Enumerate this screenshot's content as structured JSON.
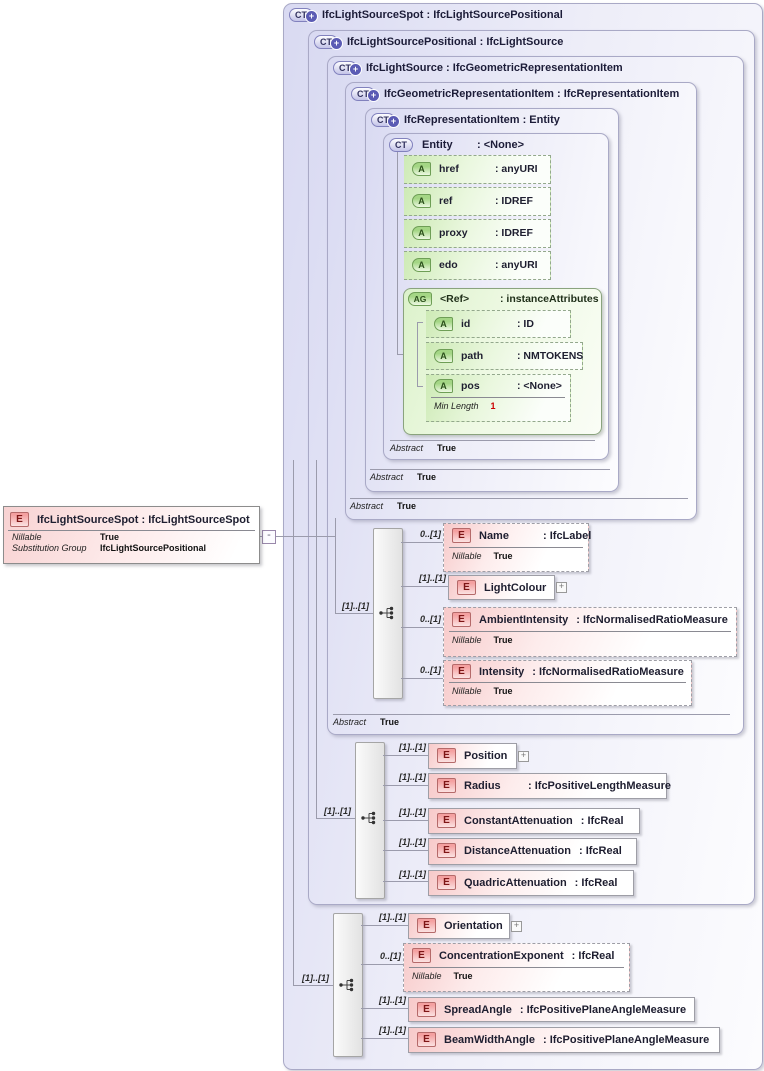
{
  "icons": {
    "complex_type": "CT",
    "plus": "+",
    "element": "E",
    "attribute": "A",
    "attribute_group": "AG",
    "expand": "+",
    "collapse": "-"
  },
  "colors": {
    "ct_fill": "#d9daf2",
    "element_fill": "#f7caca",
    "attribute_fill": "#cdeab5",
    "constraint_value": "#cc0000",
    "line": "#9b9bac"
  },
  "global_element": {
    "title": "IfcLightSourceSpot : IfcLightSourceSpot",
    "properties": [
      {
        "label": "Nillable",
        "value": "True"
      },
      {
        "label": "Substitution Group",
        "value": "IfcLightSourcePositional"
      }
    ]
  },
  "types": {
    "ct1": {
      "title": "IfcLightSourceSpot : IfcLightSourcePositional"
    },
    "ct2": {
      "title": "IfcLightSourcePositional : IfcLightSource"
    },
    "ct3": {
      "title": "IfcLightSource : IfcGeometricRepresentationItem",
      "abstract_label": "Abstract",
      "abstract_value": "True"
    },
    "ct4": {
      "title": "IfcGeometricRepresentationItem : IfcRepresentationItem",
      "abstract_label": "Abstract",
      "abstract_value": "True"
    },
    "ct5": {
      "title": "IfcRepresentationItem : Entity",
      "abstract_label": "Abstract",
      "abstract_value": "True"
    },
    "entity": {
      "name": "Entity",
      "type": ": <None>",
      "abstract_label": "Abstract",
      "abstract_value": "True",
      "attributes": [
        {
          "name": "href",
          "type": ": anyURI"
        },
        {
          "name": "ref",
          "type": ": IDREF"
        },
        {
          "name": "proxy",
          "type": ": IDREF"
        },
        {
          "name": "edo",
          "type": ": anyURI"
        }
      ],
      "ref_group": {
        "name": "<Ref>",
        "type": ": instanceAttributes",
        "attributes": [
          {
            "name": "id",
            "type": ": ID"
          },
          {
            "name": "path",
            "type": ": NMTOKENS"
          },
          {
            "name": "pos",
            "type": ": <None>",
            "constraint_label": "Min Length",
            "constraint_value": "1"
          }
        ]
      }
    }
  },
  "sequences": {
    "light_source": {
      "occurs": "[1]..[1]",
      "elements": [
        {
          "occurs": "0..[1]",
          "name": "Name",
          "type": ": IfcLabel",
          "nillable_label": "Nillable",
          "nillable_value": "True"
        },
        {
          "occurs": "[1]..[1]",
          "name": "LightColour"
        },
        {
          "occurs": "0..[1]",
          "name": "AmbientIntensity",
          "type": ": IfcNormalisedRatioMeasure",
          "nillable_label": "Nillable",
          "nillable_value": "True"
        },
        {
          "occurs": "0..[1]",
          "name": "Intensity",
          "type": ": IfcNormalisedRatioMeasure",
          "nillable_label": "Nillable",
          "nillable_value": "True"
        }
      ]
    },
    "positional": {
      "occurs": "[1]..[1]",
      "elements": [
        {
          "occurs": "[1]..[1]",
          "name": "Position"
        },
        {
          "occurs": "[1]..[1]",
          "name": "Radius",
          "type": ": IfcPositiveLengthMeasure"
        },
        {
          "occurs": "[1]..[1]",
          "name": "ConstantAttenuation",
          "type": ": IfcReal"
        },
        {
          "occurs": "[1]..[1]",
          "name": "DistanceAttenuation",
          "type": ": IfcReal"
        },
        {
          "occurs": "[1]..[1]",
          "name": "QuadricAttenuation",
          "type": ": IfcReal"
        }
      ]
    },
    "spot": {
      "occurs": "[1]..[1]",
      "elements": [
        {
          "occurs": "[1]..[1]",
          "name": "Orientation"
        },
        {
          "occurs": "0..[1]",
          "name": "ConcentrationExponent",
          "type": ": IfcReal",
          "nillable_label": "Nillable",
          "nillable_value": "True"
        },
        {
          "occurs": "[1]..[1]",
          "name": "SpreadAngle",
          "type": ": IfcPositivePlaneAngleMeasure"
        },
        {
          "occurs": "[1]..[1]",
          "name": "BeamWidthAngle",
          "type": ": IfcPositivePlaneAngleMeasure"
        }
      ]
    }
  }
}
